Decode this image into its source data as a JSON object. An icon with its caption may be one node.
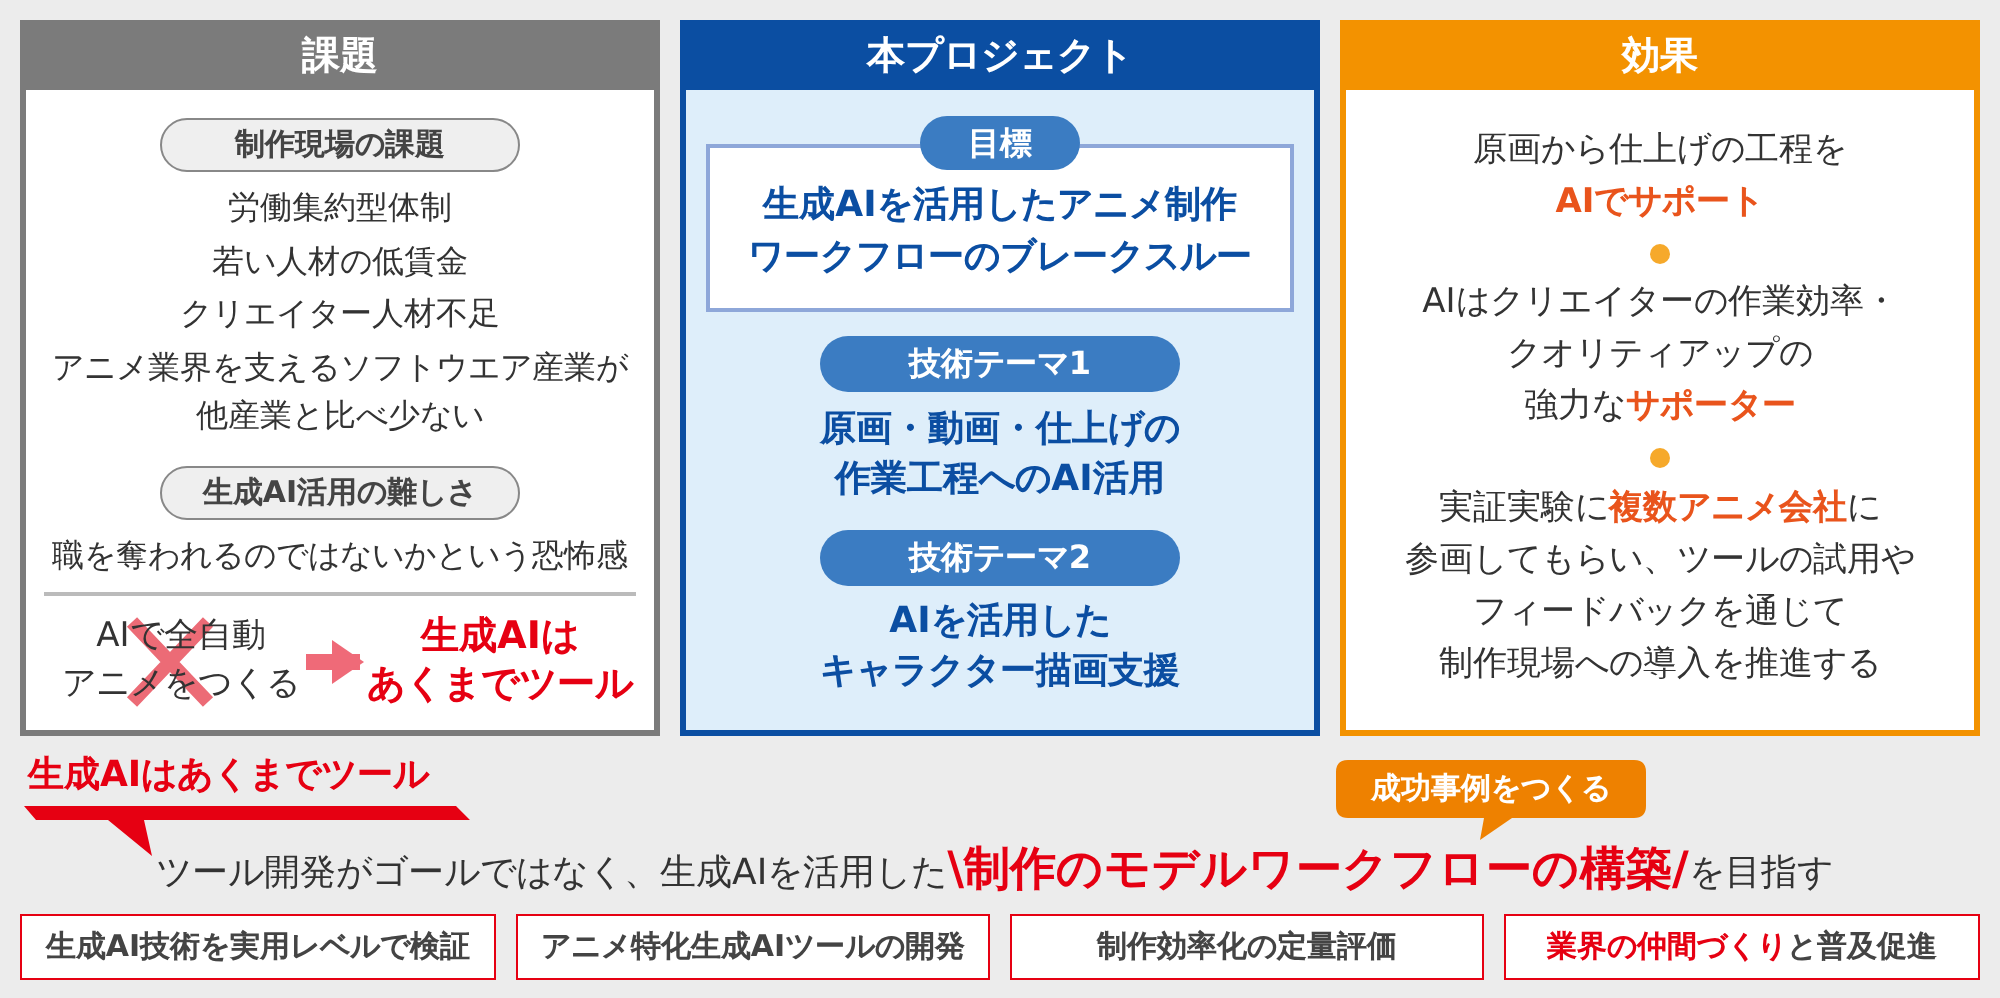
{
  "diagram": {
    "nodes": [
      {
        "text": [
          "課題"
        ]
      },
      {
        "text": [
          "制作現場の課題"
        ],
        "in": 0,
        "beside": [
          "労働集約型体制",
          "若い人材の低賃金",
          "クリエイター人材不足",
          "アニメ業界を支えるソフトウエア産業が他産業と比べ少ない"
        ]
      },
      {
        "text": [
          "生成AI活用の難しさ"
        ],
        "in": 0,
        "beside": [
          "職を奪われるのではないかという恐怖感"
        ]
      },
      {
        "text": [
          "AIで全自動アニメをつくる"
        ],
        "in": 0
      },
      {
        "text": [
          "生成AIはあくまでツール"
        ],
        "in": 0
      },
      {
        "text": [
          "本プロジェクト"
        ]
      },
      {
        "text": [
          "目標",
          "生成AIを活用したアニメ制作ワークフローのブレークスルー"
        ],
        "in": 5
      },
      {
        "text": [
          "技術テーマ1"
        ],
        "in": 5,
        "beside": [
          "原画・動画・仕上げの作業工程へのAI活用"
        ]
      },
      {
        "text": [
          "技術テーマ2"
        ],
        "in": 5,
        "beside": [
          "AIを活用したキャラクター描画支援"
        ]
      },
      {
        "text": [
          "効果",
          "原画から仕上げの工程を**AIでサポート**",
          "AIはクリエイターの作業効率・クオリティアップの強力な**サポーター**",
          "実証実験に**複数アニメ会社**に参画してもらい、ツールの試用やフィードバックを通じて制作現場への導入を推進する"
        ]
      },
      {
        "text": [
          "生成AIはあくまでツール"
        ]
      },
      {
        "text": [
          "成功事例をつくる"
        ]
      },
      {
        "text": [
          "生成AI技術を実用レベルで検証"
        ]
      },
      {
        "text": [
          "アニメ特化生成AIツールの開発"
        ]
      },
      {
        "text": [
          "制作効率化の定量評価"
        ]
      },
      {
        "text": [
          "**業界の仲間づくり**と普及促進"
        ]
      }
    ],
    "edges": [
      {
        "from": 3,
        "to": 4,
        "arrow": "to"
      }
    ],
    "labels": [
      "ツール開発がゴールではなく、生成AIを活用した**\\制作のモデルワークフローの構築/**を目指す"
    ]
  }
}
